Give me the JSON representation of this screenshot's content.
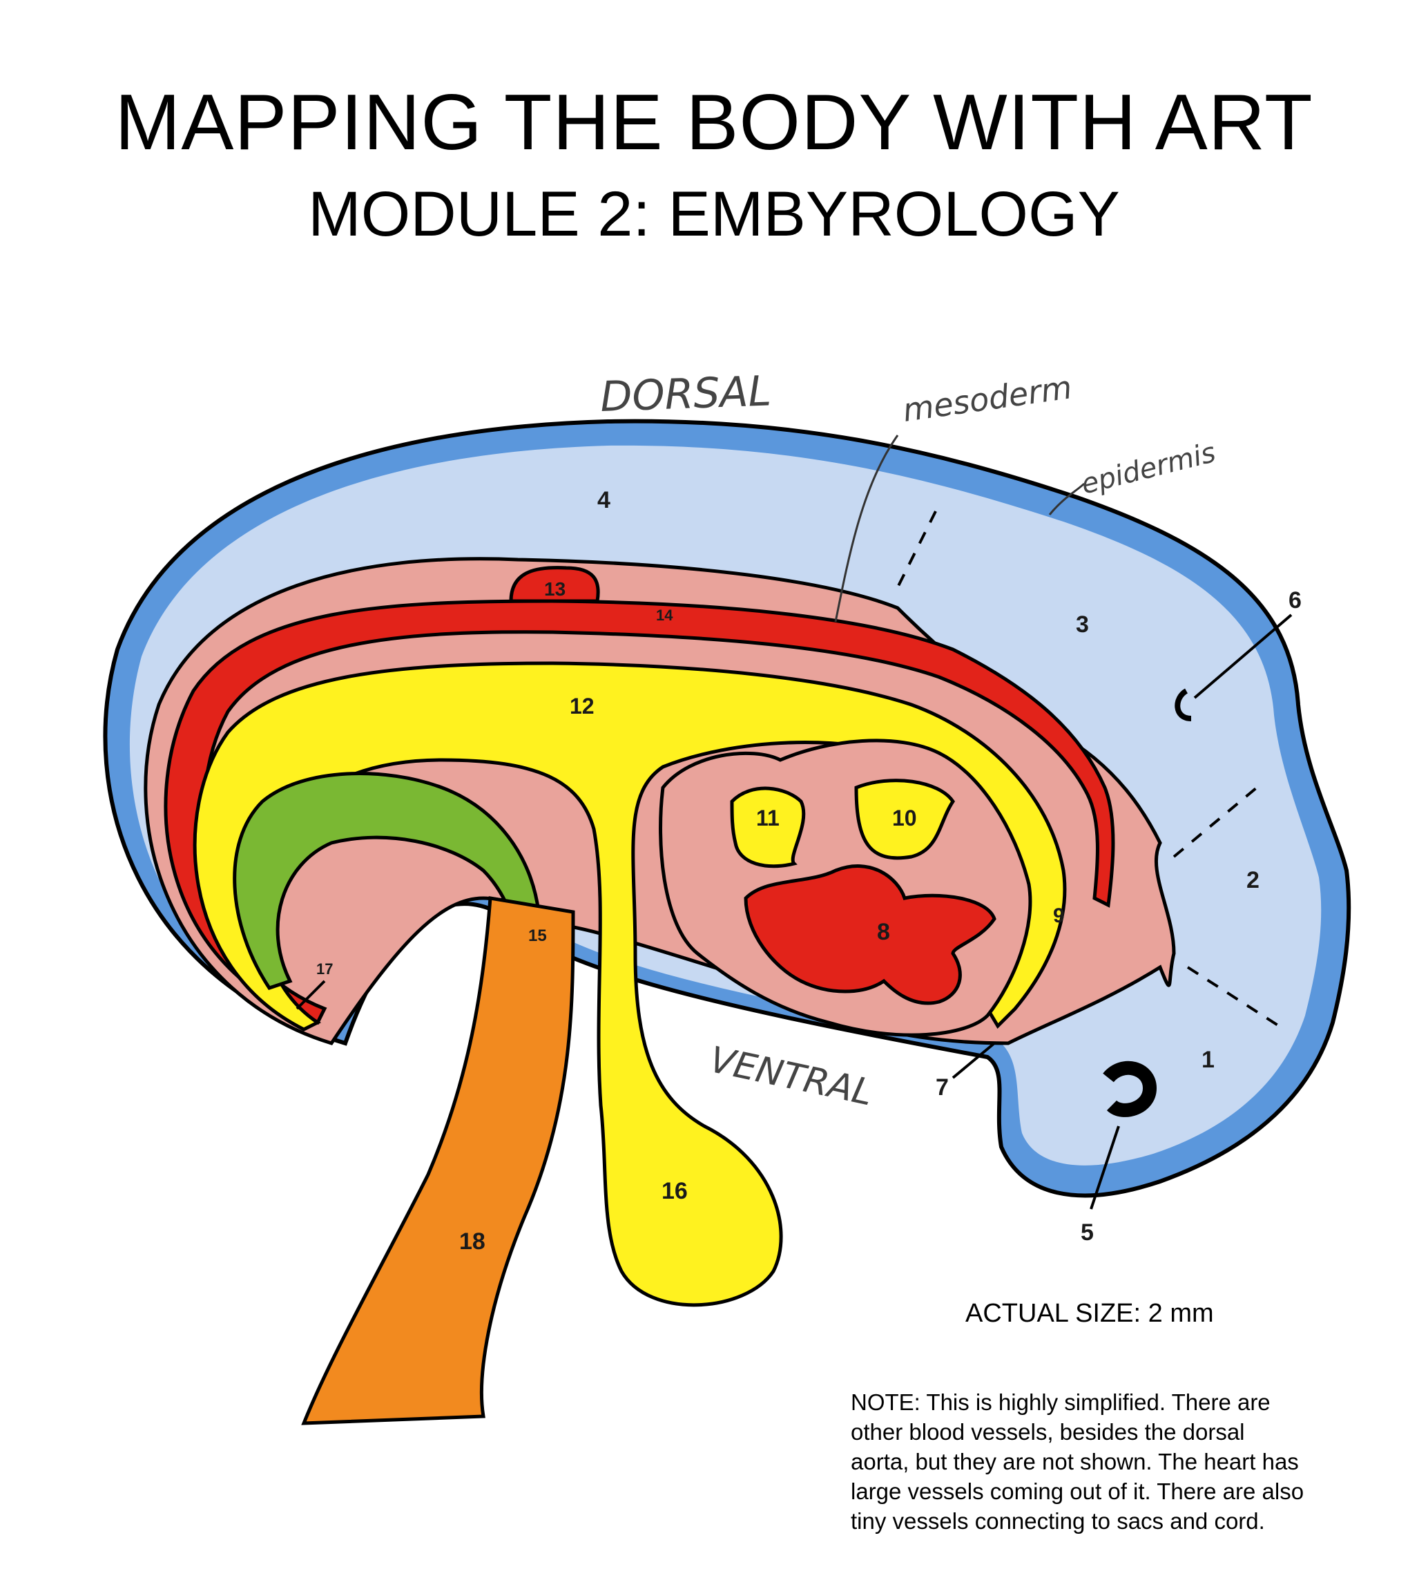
{
  "title": "MAPPING THE BODY WITH ART",
  "subtitle": "MODULE 2: EMBYROLOGY",
  "handwritten": {
    "dorsal": "DORSAL",
    "ventral": "VENTRAL",
    "mesoderm": "mesoderm",
    "epidermis": "epidermis"
  },
  "labels": {
    "n1": "1",
    "n2": "2",
    "n3": "3",
    "n4": "4",
    "n5": "5",
    "n6": "6",
    "n7": "7",
    "n8": "8",
    "n9": "9",
    "n10": "10",
    "n11": "11",
    "n12": "12",
    "n13": "13",
    "n14": "14",
    "n15": "15",
    "n16": "16",
    "n17": "17",
    "n18": "18"
  },
  "actual_size": "ACTUAL SIZE: 2 mm",
  "note_lines": [
    "NOTE:  This is highly simplified. There are",
    "other blood vessels, besides the dorsal",
    "aorta, but they are not shown. The heart has",
    "large vessels coming out of it. There are also",
    "tiny vessels connecting to sacs and cord."
  ],
  "colors": {
    "epidermis": "#5b97dc",
    "neural": "#c7d9f2",
    "mesoderm": "#e9a39b",
    "aorta": "#e2231a",
    "endoderm": "#fff21f",
    "allantois": "#7ab833",
    "stalk": "#f28a1f",
    "outline": "#000000"
  }
}
